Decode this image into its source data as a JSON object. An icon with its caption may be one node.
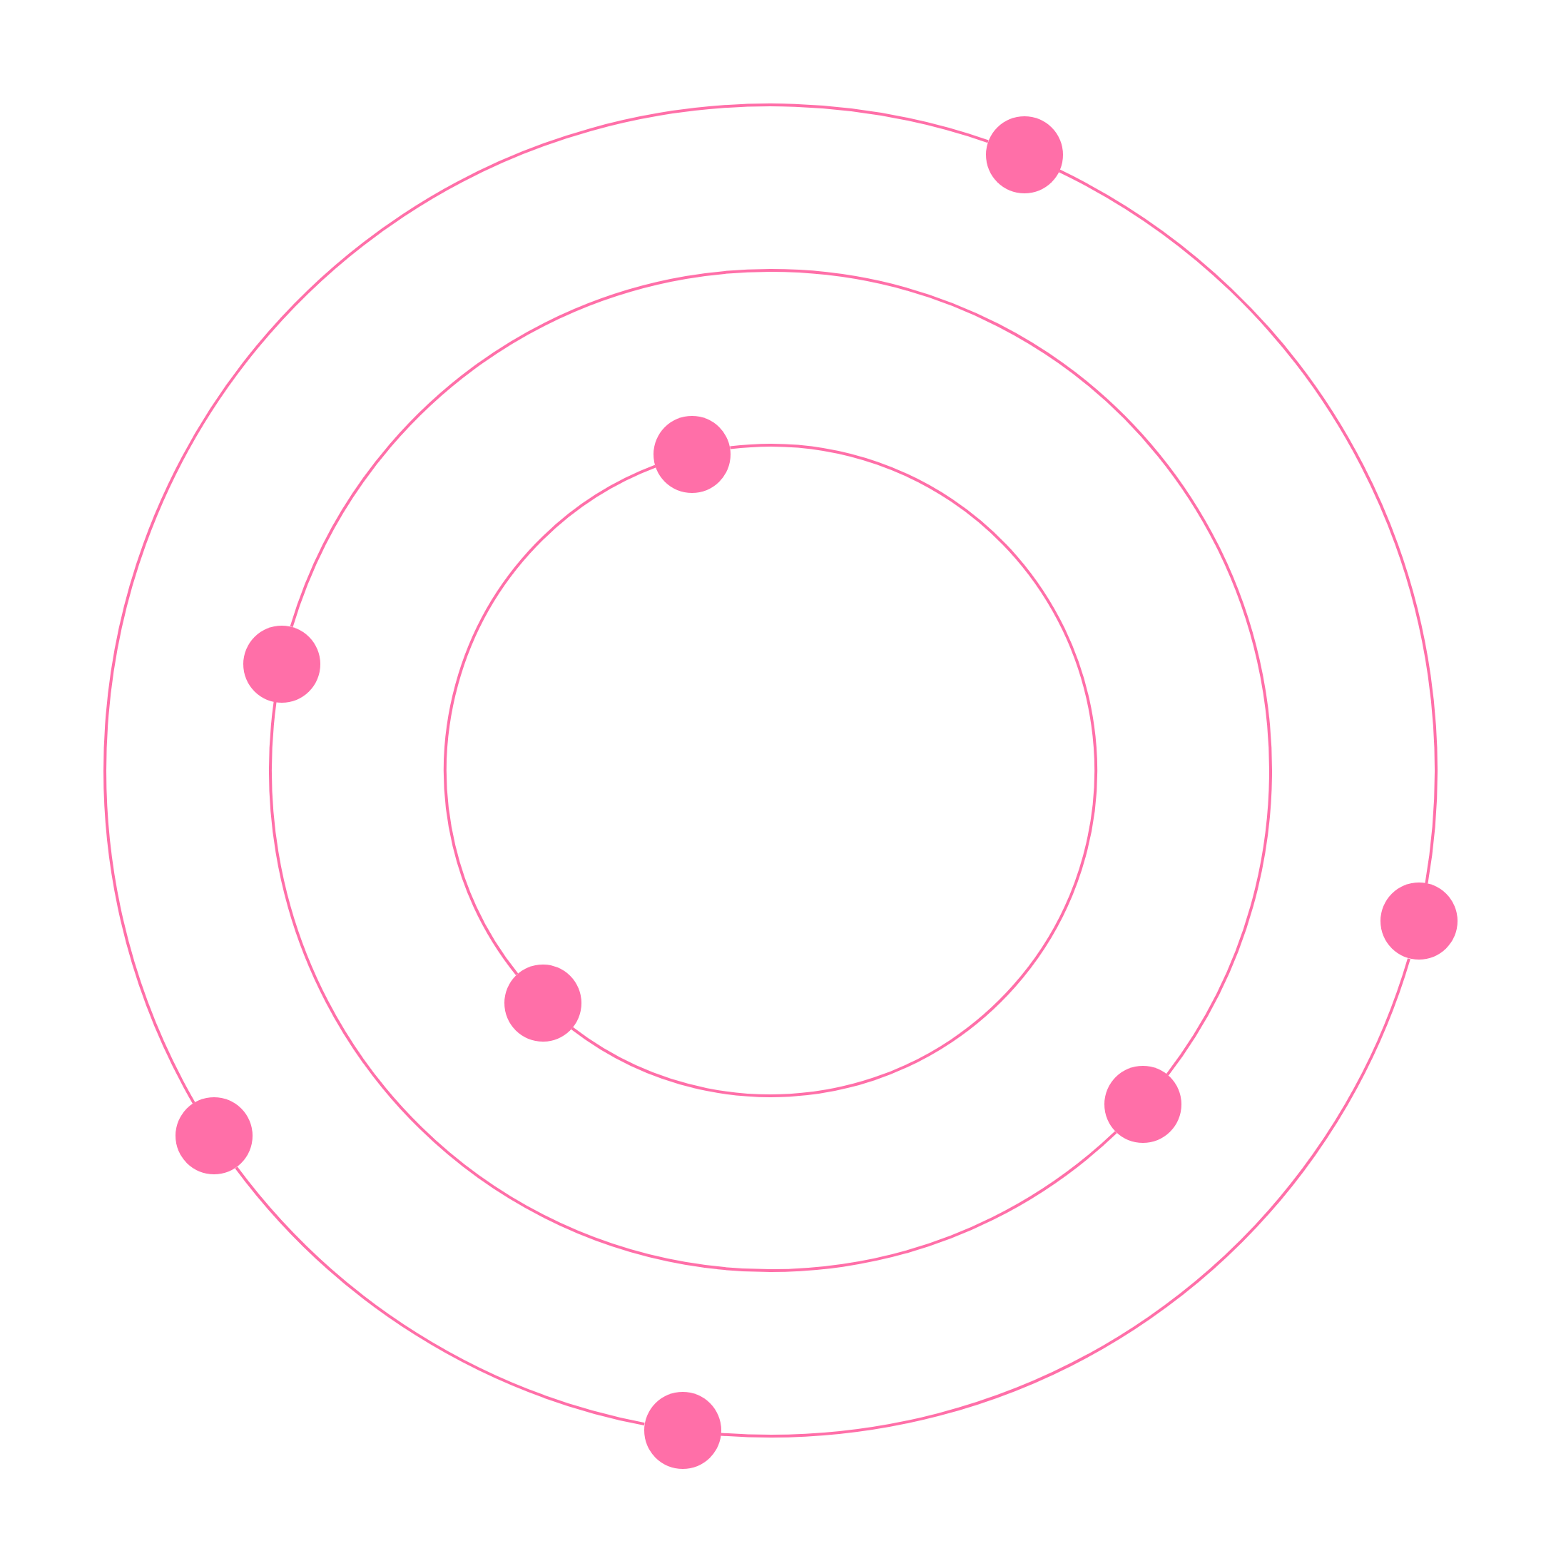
{
  "diagram": {
    "nodes": [
      {
        "text": [],
        "shape": "circle"
      },
      {
        "text": [],
        "shape": "circle"
      },
      {
        "text": [],
        "shape": "circle"
      },
      {
        "text": [],
        "shape": "circle"
      },
      {
        "text": [],
        "shape": "circle"
      },
      {
        "text": [],
        "shape": "circle"
      },
      {
        "text": [],
        "shape": "circle"
      },
      {
        "text": [],
        "shape": "circle"
      }
    ],
    "edges": [
      {
        "from": 1,
        "to": 4,
        "arrow": "none"
      },
      {
        "from": 4,
        "to": 1,
        "arrow": "none"
      },
      {
        "from": 2,
        "to": 5,
        "arrow": "none"
      },
      {
        "from": 5,
        "to": 2,
        "arrow": "none"
      },
      {
        "from": 0,
        "to": 3,
        "arrow": "none"
      },
      {
        "from": 3,
        "to": 7,
        "arrow": "none"
      },
      {
        "from": 7,
        "to": 6,
        "arrow": "none"
      },
      {
        "from": 6,
        "to": 0,
        "arrow": "none"
      }
    ]
  }
}
